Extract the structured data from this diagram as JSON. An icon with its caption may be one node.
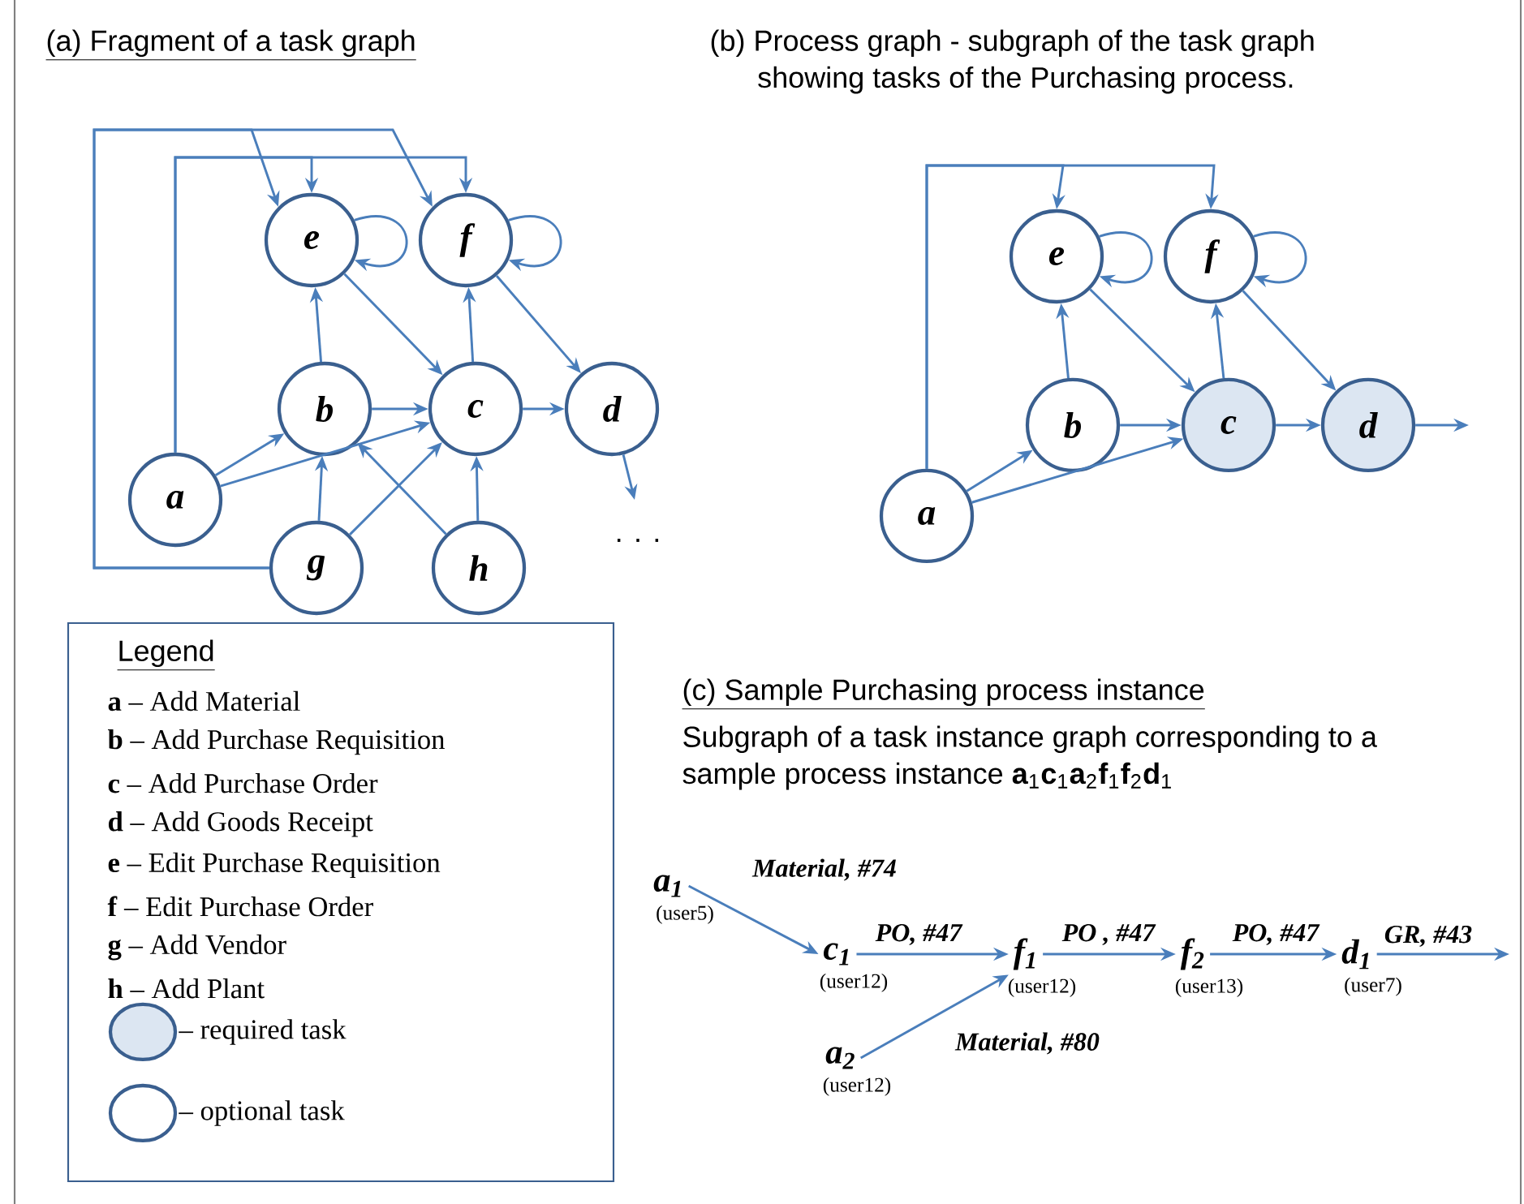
{
  "diagram": {
    "nodes": [
      {
        "text": [
          "e"
        ]
      },
      {
        "text": [
          "f"
        ]
      },
      {
        "text": [
          "b"
        ]
      },
      {
        "text": [
          "c"
        ]
      },
      {
        "text": [
          "d"
        ]
      },
      {
        "text": [
          "a"
        ]
      },
      {
        "text": [
          "g"
        ]
      },
      {
        "text": [
          "h"
        ]
      },
      {
        "text": [
          "e"
        ]
      },
      {
        "text": [
          "f"
        ]
      },
      {
        "text": [
          "b"
        ]
      },
      {
        "text": [
          "c"
        ]
      },
      {
        "text": [
          "d"
        ]
      },
      {
        "text": [
          "a"
        ]
      },
      {
        "text": [
          "a$_{1}$"
        ],
        "beside": [
          "(user5)"
        ]
      },
      {
        "text": [
          "c$_{1}$"
        ],
        "beside": [
          "(user12)"
        ]
      },
      {
        "text": [
          "f$_{1}$"
        ],
        "beside": [
          "(user12)"
        ]
      },
      {
        "text": [
          "f$_{2}$"
        ],
        "beside": [
          "(user13)"
        ]
      },
      {
        "text": [
          "d$_{1}$"
        ],
        "beside": [
          "(user7)"
        ]
      },
      {
        "text": [
          "a$_{2}$"
        ],
        "beside": [
          "(user12)"
        ]
      }
    ],
    "edges": [
      {
        "from": 5,
        "to": 2,
        "arrow": "to"
      },
      {
        "from": 5,
        "to": 3,
        "arrow": "to"
      },
      {
        "from": 5,
        "to": 0,
        "arrow": "to"
      },
      {
        "from": 5,
        "to": 1,
        "arrow": "to"
      },
      {
        "from": 6,
        "to": 0,
        "arrow": "to"
      },
      {
        "from": 6,
        "to": 1,
        "arrow": "to"
      },
      {
        "from": 0,
        "to": 0,
        "arrow": "to"
      },
      {
        "from": 1,
        "to": 1,
        "arrow": "to"
      },
      {
        "from": 2,
        "to": 0,
        "arrow": "to"
      },
      {
        "from": 2,
        "to": 3,
        "arrow": "to"
      },
      {
        "from": 0,
        "to": 3,
        "arrow": "to"
      },
      {
        "from": 3,
        "to": 1,
        "arrow": "to"
      },
      {
        "from": 1,
        "to": 4,
        "arrow": "to"
      },
      {
        "from": 3,
        "to": 4,
        "arrow": "to"
      },
      {
        "from": 4,
        "to": null,
        "arrow": "to"
      },
      {
        "from": 6,
        "to": 2,
        "arrow": "to"
      },
      {
        "from": 6,
        "to": 3,
        "arrow": "to"
      },
      {
        "from": 7,
        "to": 2,
        "arrow": "to"
      },
      {
        "from": 7,
        "to": 3,
        "arrow": "to"
      },
      {
        "from": 13,
        "to": 10,
        "arrow": "to"
      },
      {
        "from": 13,
        "to": 11,
        "arrow": "to"
      },
      {
        "from": 13,
        "to": 8,
        "arrow": "to"
      },
      {
        "from": 13,
        "to": 9,
        "arrow": "to"
      },
      {
        "from": 8,
        "to": 8,
        "arrow": "to"
      },
      {
        "from": 9,
        "to": 9,
        "arrow": "to"
      },
      {
        "from": 10,
        "to": 8,
        "arrow": "to"
      },
      {
        "from": 10,
        "to": 11,
        "arrow": "to"
      },
      {
        "from": 8,
        "to": 11,
        "arrow": "to"
      },
      {
        "from": 11,
        "to": 9,
        "arrow": "to"
      },
      {
        "from": 9,
        "to": 12,
        "arrow": "to"
      },
      {
        "from": 11,
        "to": 12,
        "arrow": "to"
      },
      {
        "from": 12,
        "to": null,
        "arrow": "to"
      },
      {
        "from": 14,
        "to": 15,
        "arrow": "to",
        "label": "Material, #74"
      },
      {
        "from": 15,
        "to": 16,
        "arrow": "to",
        "label": "PO, #47"
      },
      {
        "from": 16,
        "to": 17,
        "arrow": "to",
        "label": "PO , #47"
      },
      {
        "from": 17,
        "to": 18,
        "arrow": "to",
        "label": "PO, #47"
      },
      {
        "from": 18,
        "to": null,
        "arrow": "to",
        "label": "GR, #43"
      },
      {
        "from": 19,
        "to": 16,
        "arrow": "to",
        "label": "Material, #80"
      }
    ],
    "labels": [
      "(a) Fragment of a task  graph",
      "(b) Process graph - subgraph of the task graph showing tasks of the Purchasing process.",
      ". . .",
      "Legend",
      "(c) Sample Purchasing process instance",
      "Subgraph of a task instance graph corresponding to a sample process instance **a**$_{1}$**c**$_{1}$**a**$_{2}$**f**$_{1}$**f**$_{2}$**d**$_{1}$"
    ],
    "legend": [
      {
        "text": "**a** – Add Material"
      },
      {
        "text": "**b** – Add Purchase Requisition"
      },
      {
        "text": "**c** – Add Purchase Order"
      },
      {
        "text": "**d** – Add Goods Receipt"
      },
      {
        "text": "**e** – Edit Purchase Requisition"
      },
      {
        "text": "**f** –  Edit Purchase Order"
      },
      {
        "text": "**g** – Add Vendor"
      },
      {
        "text": "**h** – Add Plant"
      },
      {
        "text": "– required task",
        "color": "#dce6f2"
      },
      {
        "text": "– optional task"
      }
    ]
  }
}
